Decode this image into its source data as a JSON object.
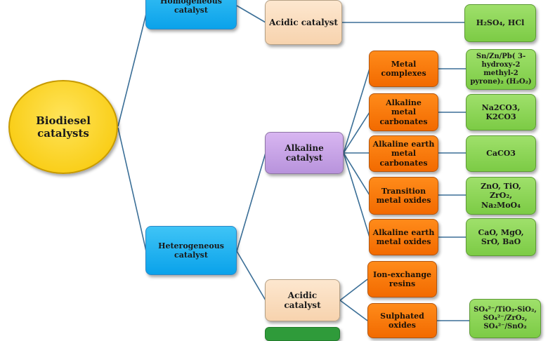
{
  "root": {
    "label": "Biodiesel catalysts"
  },
  "homogeneous": {
    "label": "Homogeneous catalyst",
    "acidic": {
      "label": "Acidic catalyst",
      "example": "H₂SO₄, HCl"
    }
  },
  "heterogeneous": {
    "label": "Heterogeneous catalyst",
    "alkaline": {
      "label": "Alkaline catalyst",
      "groups": [
        {
          "label": "Metal complexes",
          "example": "Sn/Zn/Pb( 3-hydroxy-2 methyl-2 pyrone)₂ (H₂O₂)"
        },
        {
          "label": "Alkaline metal carbonates",
          "example": "Na2CO3, K2CO3"
        },
        {
          "label": "Alkaline earth metal carbonates",
          "example": "CaCO3"
        },
        {
          "label": "Transition metal oxides",
          "example": "ZnO, TiO, ZrO₂, Na₂MoO₄"
        },
        {
          "label": "Alkaline earth metal oxides",
          "example": "CaO, MgO, SrO, BaO"
        }
      ]
    },
    "acidic": {
      "label": "Acidic catalyst",
      "groups": [
        {
          "label": "Ion-exchange resins"
        },
        {
          "label": "Sulphated oxides",
          "example": "SO₄²⁻/TiO₂-SiO₂, SO₄²⁻/ZrO₂, SO₄²⁻/SnO₂"
        }
      ]
    }
  }
}
